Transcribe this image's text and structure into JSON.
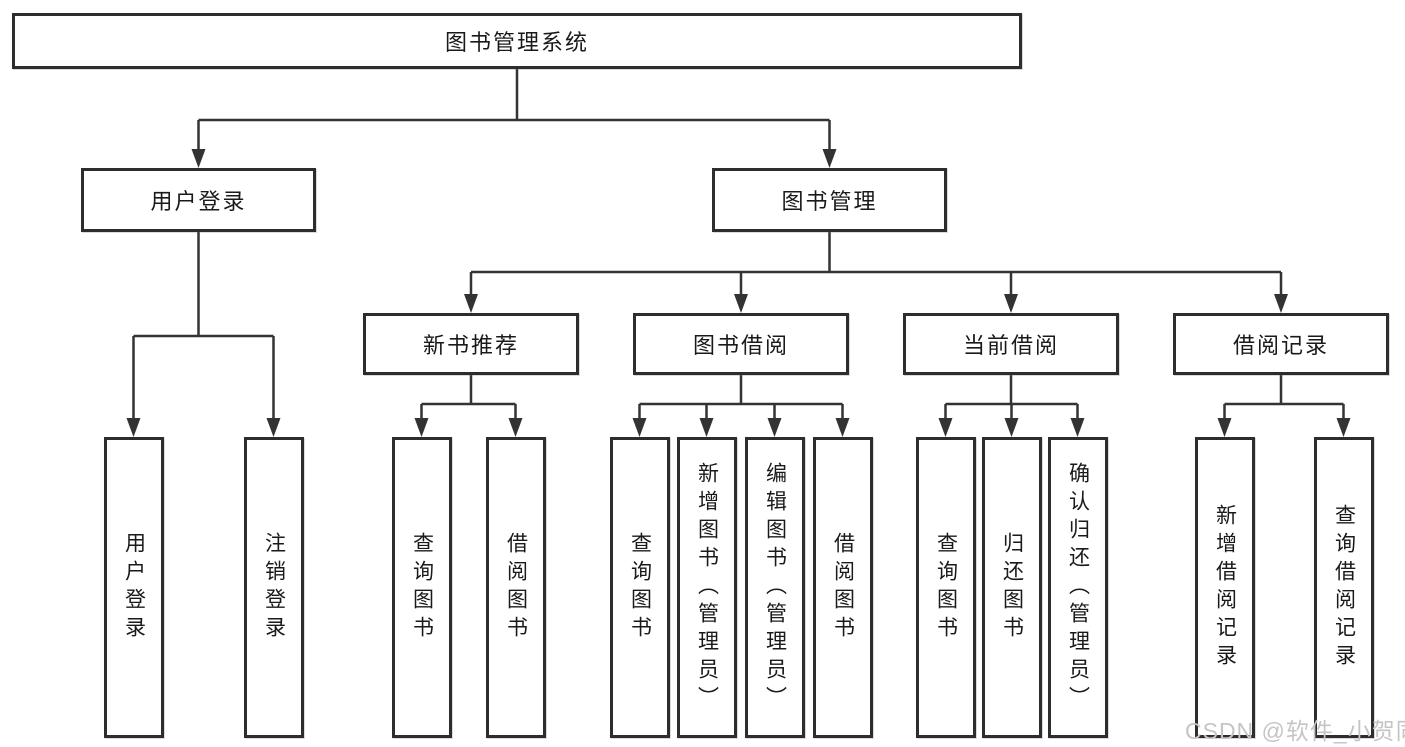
{
  "nodes": {
    "root": {
      "label": "图书管理系统"
    },
    "user_login": {
      "label": "用户登录"
    },
    "book_mgmt": {
      "label": "图书管理"
    },
    "new_books": {
      "label": "新书推荐"
    },
    "borrowing": {
      "label": "图书借阅"
    },
    "current": {
      "label": "当前借阅"
    },
    "records": {
      "label": "借阅记录"
    }
  },
  "leaves": {
    "user_login": [
      "用户登录",
      "注销登录"
    ],
    "new_books": [
      "查询图书",
      "借阅图书"
    ],
    "borrowing": [
      "查询图书",
      "新增图书（管理员）",
      "编辑图书（管理员）",
      "借阅图书"
    ],
    "current": [
      "查询图书",
      "归还图书",
      "确认归还（管理员）"
    ],
    "records": [
      "新增借阅记录",
      "查询借阅记录"
    ]
  },
  "watermark": "CSDN @软件_小贺同学",
  "colors": {
    "line": "#333333",
    "box_border": "#2d2d2d",
    "text": "#1a1a1a",
    "watermark": "#c5c5c5",
    "background": "#ffffff"
  }
}
